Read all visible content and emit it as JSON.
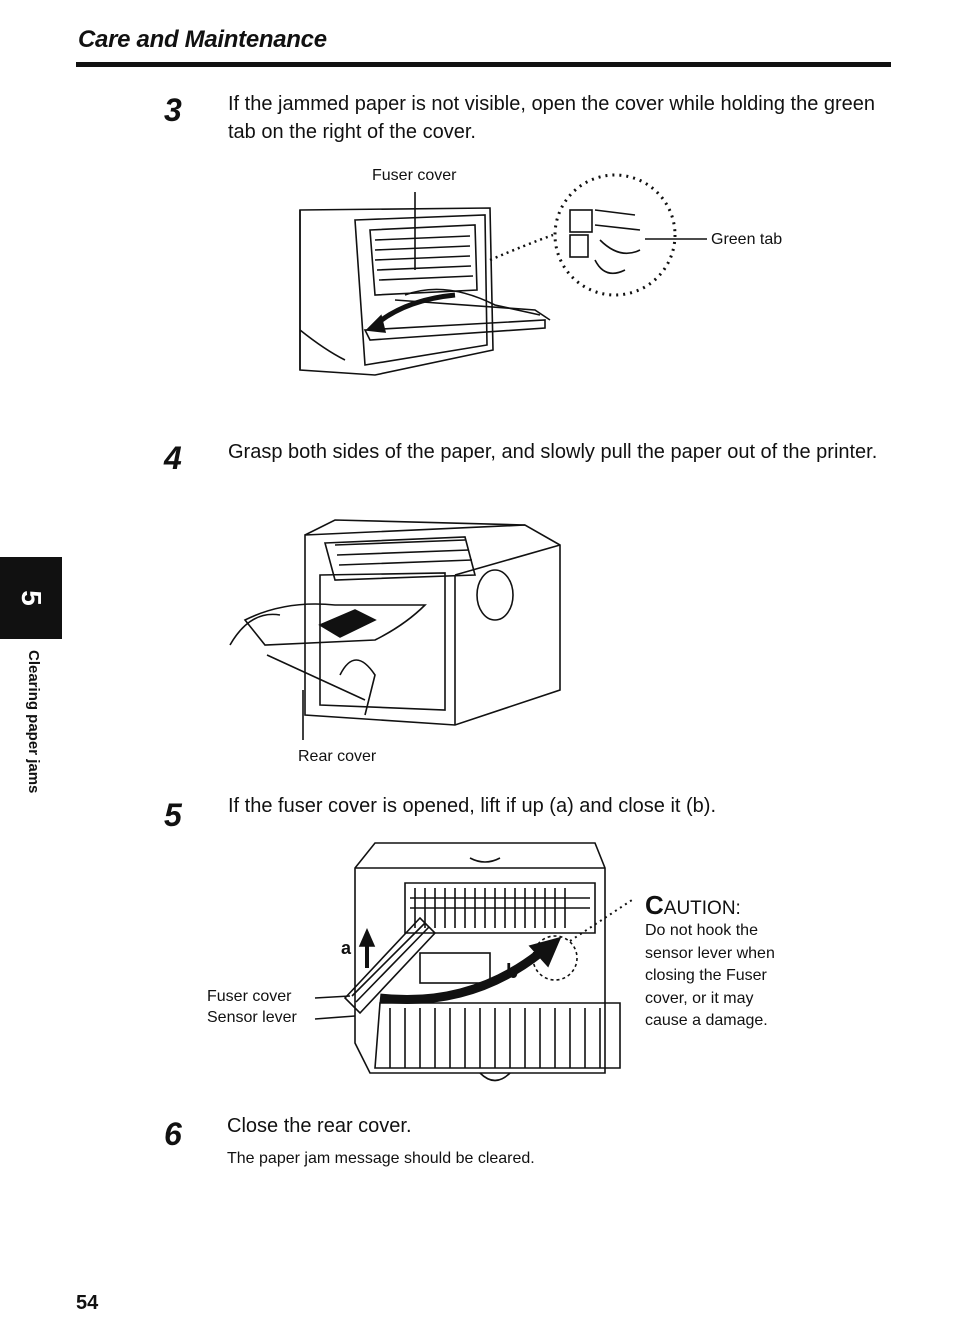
{
  "header": {
    "title": "Care and Maintenance"
  },
  "side_tab": {
    "number": "5",
    "label": "Clearing paper jams"
  },
  "steps": [
    {
      "num": "3",
      "text": "If the jammed paper is not visible, open the cover while holding the green tab on the right of the cover."
    },
    {
      "num": "4",
      "text": "Grasp both sides of the paper, and slowly pull the paper out of the printer."
    },
    {
      "num": "5",
      "text": "If the fuser cover is opened, lift if up (a) and close it (b)."
    },
    {
      "num": "6",
      "text": "Close the rear cover.",
      "note": "The paper jam message should be cleared."
    }
  ],
  "figure1": {
    "label_fuser_cover": "Fuser cover",
    "label_green_tab": "Green tab"
  },
  "figure2": {
    "label_rear_cover": "Rear cover"
  },
  "figure3": {
    "label_fuser_cover": "Fuser cover",
    "label_sensor_lever": "Sensor lever",
    "label_a": "a",
    "label_b": "b"
  },
  "caution": {
    "cap": "C",
    "rest": "AUTION:",
    "lines": [
      "Do not hook the",
      "sensor lever when",
      "closing the Fuser",
      "cover, or it may",
      "cause a damage."
    ]
  },
  "footer": {
    "page_number": "54"
  }
}
